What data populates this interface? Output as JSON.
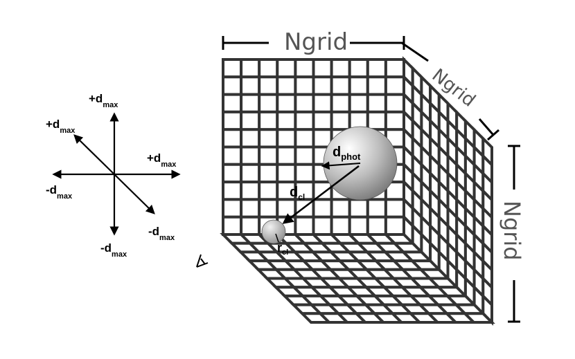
{
  "grid": {
    "top_label": "Ngrid",
    "side_label": "Ngrid",
    "depth_label": "Ngrid",
    "cells": 10,
    "colors": {
      "line": "#333333",
      "cell": "#ffffff",
      "sphere_light": "#ffffff",
      "sphere_dark": "#7a7a7a"
    }
  },
  "labels": {
    "photon_distance": {
      "main": "d",
      "sub": "phot"
    },
    "cloud_distance": {
      "main": "d",
      "sub": "cl"
    },
    "cloud_radius": {
      "main": "r",
      "sub": "cl"
    }
  },
  "axes": {
    "up": {
      "sign": "+d",
      "sub": "max"
    },
    "upper_left": {
      "sign": "+d",
      "sub": "max"
    },
    "right": {
      "sign": "+d",
      "sub": "max"
    },
    "left": {
      "sign": "-d",
      "sub": "max"
    },
    "lower_right": {
      "sign": "-d",
      "sub": "max"
    },
    "down": {
      "sign": "-d",
      "sub": "max"
    }
  }
}
